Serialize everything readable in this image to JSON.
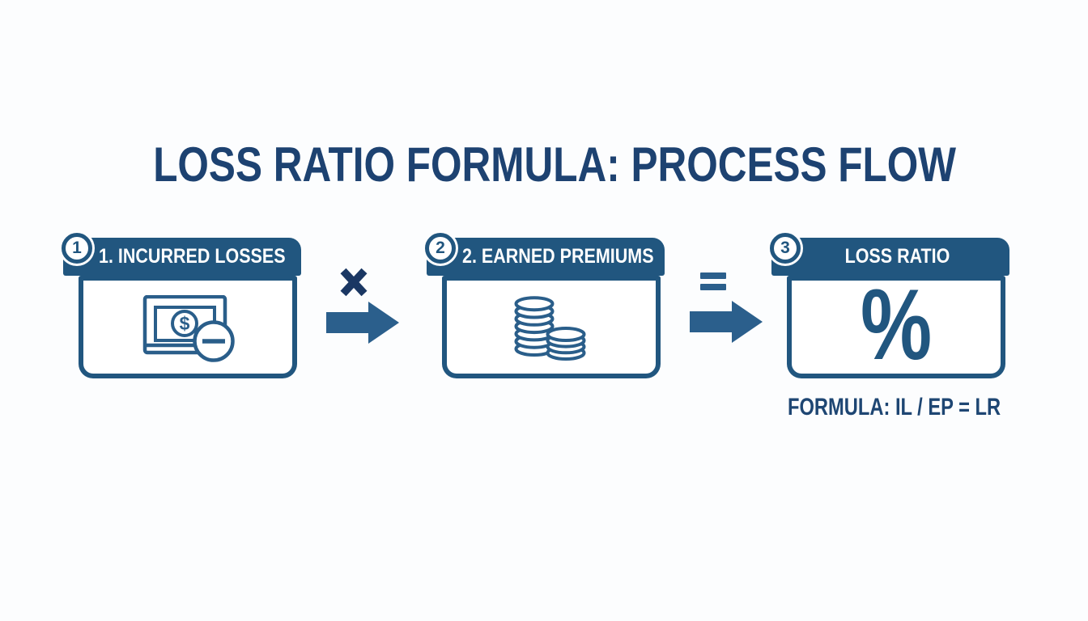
{
  "title": "LOSS RATIO FORMULA: PROCESS FLOW",
  "steps": [
    {
      "badge": "1",
      "header": "1. INCURRED LOSSES",
      "icon": "money-bill-minus-icon",
      "currency_symbol": "$"
    },
    {
      "badge": "2",
      "header": "2. EARNED PREMIUMS",
      "icon": "coin-stacks-icon"
    },
    {
      "badge": "3",
      "header": "LOSS RATIO",
      "icon": "percent-symbol",
      "symbol": "%"
    }
  ],
  "connectors": [
    {
      "operator": "multiply",
      "operator_glyph": "×",
      "arrow": "right-arrow"
    },
    {
      "operator": "equals",
      "operator_glyph": "=",
      "arrow": "right-arrow"
    }
  ],
  "formula_caption": "FORMULA: IL / EP = LR",
  "colors": {
    "background": "#fcfdfe",
    "title_navy": "#1d4271",
    "box_blue": "#21567f",
    "icon_blue": "#2a5e8a",
    "arrow_blue": "#2b5f8c",
    "multiply_navy": "#1a3763",
    "header_text": "#ffffff"
  }
}
